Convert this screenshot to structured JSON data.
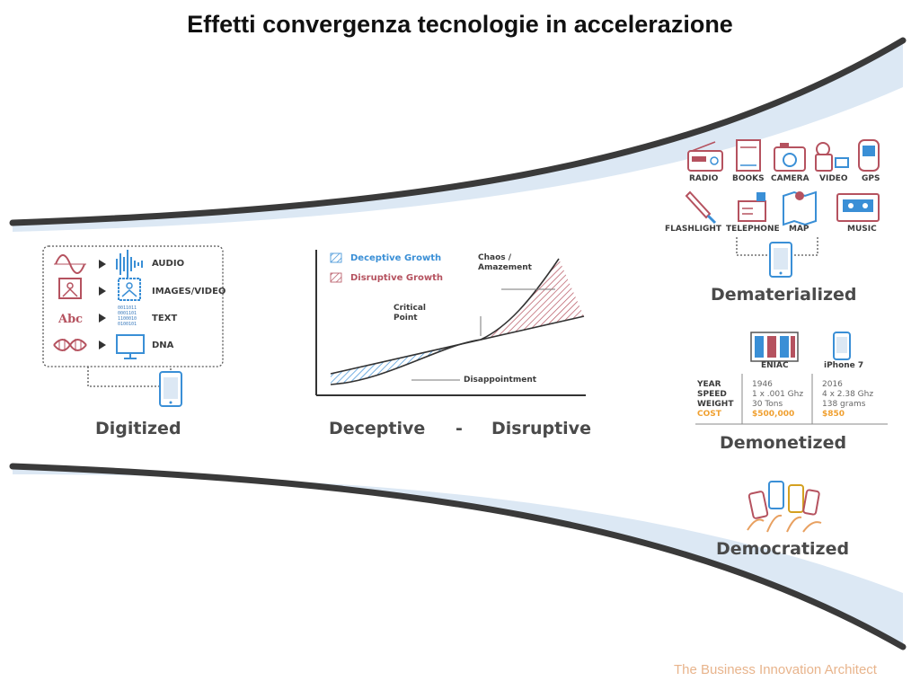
{
  "title": "Effetti convergenza tecnologie in accelerazione",
  "footer": "The Business Innovation Architect",
  "stages": {
    "digitized": "Digitized",
    "deceptive": "Deceptive",
    "dash": "-",
    "disruptive": "Disruptive",
    "dematerialized": "Dematerialized",
    "demonetized": "Demonetized",
    "democratized": "Democratized"
  },
  "digitized_items": [
    "AUDIO",
    "IMAGES/VIDEO",
    "TEXT",
    "DNA"
  ],
  "digitized_text_icon": "Abc",
  "binary_lines": [
    "0011011",
    "0001101",
    "1100010",
    "0100101"
  ],
  "growth_chart": {
    "legend_deceptive": "Deceptive Growth",
    "legend_disruptive": "Disruptive Growth",
    "critical_point": [
      "Critical",
      "Point"
    ],
    "chaos": [
      "Chaos /",
      "Amazement"
    ],
    "disappointment": "Disappointment"
  },
  "devices_row1": [
    "RADIO",
    "BOOKS",
    "CAMERA",
    "VIDEO",
    "GPS"
  ],
  "devices_row2": [
    "FLASHLIGHT",
    "TELEPHONE",
    "MAP",
    "MUSIC"
  ],
  "comparison": {
    "col_a": "ENIAC",
    "col_b": "iPhone 7",
    "row_labels": [
      "YEAR",
      "SPEED",
      "WEIGHT",
      "COST"
    ],
    "eniac_values": [
      "1946",
      "1 x .001 Ghz",
      "30 Tons",
      "$500,000"
    ],
    "iphone_values": [
      "2016",
      "4 x 2.38 Ghz",
      "138 grams",
      "$850"
    ]
  },
  "colors": {
    "curve": "#3a3a3a",
    "band": "#dce8f4",
    "icon_blue": "#3a8fd6",
    "icon_red": "#b5525f",
    "cost_orange": "#f0a030",
    "footer": "#e8b48c"
  },
  "icons": {
    "audio": "waveform-icon",
    "image": "picture-icon",
    "dna": "dna-icon",
    "phone": "smartphone-icon",
    "monitor": "monitor-icon"
  }
}
